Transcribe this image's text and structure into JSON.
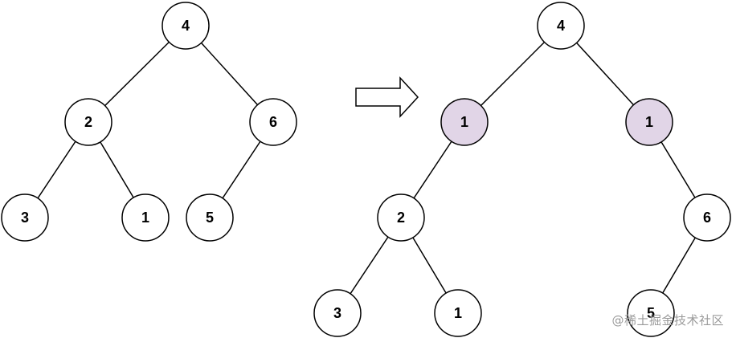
{
  "colors": {
    "node_fill": "#ffffff",
    "highlight_fill": "#e1d5e7",
    "stroke": "#000000",
    "watermark": "#9a9a9a"
  },
  "trees": [
    {
      "id": "left-tree",
      "nodes": [
        {
          "id": "l4",
          "label": "4",
          "highlight": false
        },
        {
          "id": "l2",
          "label": "2",
          "highlight": false
        },
        {
          "id": "l6",
          "label": "6",
          "highlight": false
        },
        {
          "id": "l3",
          "label": "3",
          "highlight": false
        },
        {
          "id": "l1",
          "label": "1",
          "highlight": false
        },
        {
          "id": "l5",
          "label": "5",
          "highlight": false
        }
      ],
      "edges": [
        [
          "l4",
          "l2"
        ],
        [
          "l4",
          "l6"
        ],
        [
          "l2",
          "l3"
        ],
        [
          "l2",
          "l1"
        ],
        [
          "l6",
          "l5"
        ]
      ]
    },
    {
      "id": "right-tree",
      "nodes": [
        {
          "id": "r4",
          "label": "4",
          "highlight": false
        },
        {
          "id": "r1a",
          "label": "1",
          "highlight": true
        },
        {
          "id": "r1b",
          "label": "1",
          "highlight": true
        },
        {
          "id": "r2",
          "label": "2",
          "highlight": false
        },
        {
          "id": "r6",
          "label": "6",
          "highlight": false
        },
        {
          "id": "r3",
          "label": "3",
          "highlight": false
        },
        {
          "id": "r1c",
          "label": "1",
          "highlight": false
        },
        {
          "id": "r5",
          "label": "5",
          "highlight": false
        }
      ],
      "edges": [
        [
          "r4",
          "r1a"
        ],
        [
          "r4",
          "r1b"
        ],
        [
          "r1a",
          "r2"
        ],
        [
          "r1b",
          "r6"
        ],
        [
          "r2",
          "r3"
        ],
        [
          "r2",
          "r1c"
        ],
        [
          "r6",
          "r5"
        ]
      ]
    }
  ],
  "arrow": {
    "direction": "right",
    "icon": "transform-arrow-icon"
  },
  "watermark": {
    "text": "@稀土掘金技术社区"
  }
}
